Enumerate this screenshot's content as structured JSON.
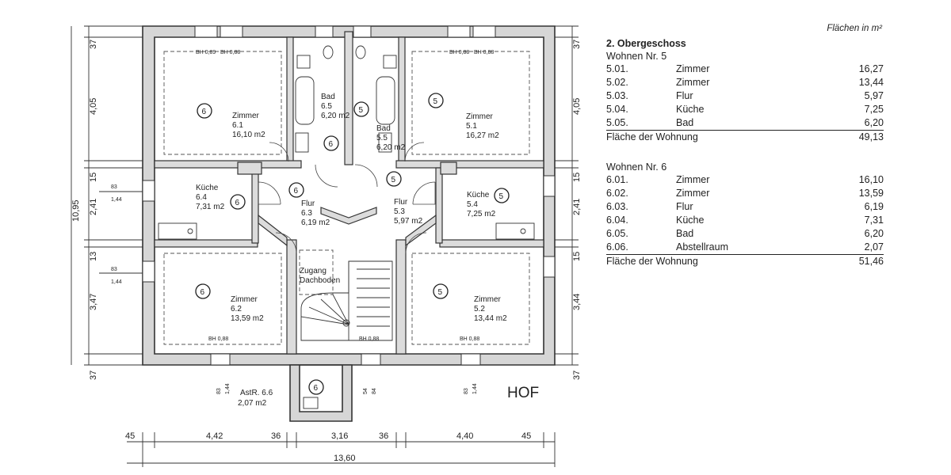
{
  "plan": {
    "rooms": [
      {
        "id": "r61",
        "name": "Zimmer",
        "num": "6.1",
        "area": "16,10 m2",
        "unit": "6"
      },
      {
        "id": "r65",
        "name": "Bad",
        "num": "6.5",
        "area": "6,20 m2",
        "unit": "6"
      },
      {
        "id": "r55",
        "name": "Bad",
        "num": "5.5",
        "area": "6,20 m2",
        "unit": "5"
      },
      {
        "id": "r51",
        "name": "Zimmer",
        "num": "5.1",
        "area": "16,27 m2",
        "unit": "5"
      },
      {
        "id": "r64",
        "name": "Küche",
        "num": "6.4",
        "area": "7,31 m2",
        "unit": "6"
      },
      {
        "id": "r63",
        "name": "Flur",
        "num": "6.3",
        "area": "6,19 m2",
        "unit": "6"
      },
      {
        "id": "r53",
        "name": "Flur",
        "num": "5.3",
        "area": "5,97 m2",
        "unit": "5"
      },
      {
        "id": "r54",
        "name": "Küche",
        "num": "5.4",
        "area": "7,25 m2",
        "unit": "5"
      },
      {
        "id": "r62",
        "name": "Zimmer",
        "num": "6.2",
        "area": "13,59 m2",
        "unit": "6"
      },
      {
        "id": "r52",
        "name": "Zimmer",
        "num": "5.2",
        "area": "13,44 m2",
        "unit": "5"
      },
      {
        "id": "r66",
        "name": "AstR. 6.6",
        "num": "",
        "area": "2,07 m2",
        "unit": "6"
      }
    ],
    "attic_access": [
      "Zugang",
      "Dachboden"
    ],
    "hof_label": "HOF",
    "window_tags": {
      "bh89": "BH 0,89",
      "bh88": "BH 0,88"
    },
    "dims_left": [
      "37",
      "4,05",
      "15",
      "2,41",
      "13",
      "3,47",
      "37"
    ],
    "dim_left_total": "10,95",
    "dims_right": [
      "37",
      "4,05",
      "15",
      "2,41",
      "15",
      "3,44",
      "37"
    ],
    "dims_bottom": [
      "45",
      "4,42",
      "36",
      "3,16",
      "36",
      "4,40",
      "45"
    ],
    "dim_bottom_total": "13,60",
    "small_dims": {
      "a": "83",
      "b": "1,44",
      "c": "54",
      "d": "84"
    }
  },
  "table": {
    "unit_note": "Flächen in m²",
    "floor": "2. Obergeschoss",
    "units": [
      {
        "title": "Wohnen Nr. 5",
        "rows": [
          {
            "no": "5.01.",
            "name": "Zimmer",
            "area": "16,27"
          },
          {
            "no": "5.02.",
            "name": "Zimmer",
            "area": "13,44"
          },
          {
            "no": "5.03.",
            "name": "Flur",
            "area": "5,97"
          },
          {
            "no": "5.04.",
            "name": "Küche",
            "area": "7,25"
          },
          {
            "no": "5.05.",
            "name": "Bad",
            "area": "6,20"
          }
        ],
        "total_label": "Fläche der Wohnung",
        "total": "49,13"
      },
      {
        "title": "Wohnen Nr. 6",
        "rows": [
          {
            "no": "6.01.",
            "name": "Zimmer",
            "area": "16,10"
          },
          {
            "no": "6.02.",
            "name": "Zimmer",
            "area": "13,59"
          },
          {
            "no": "6.03.",
            "name": "Flur",
            "area": "6,19"
          },
          {
            "no": "6.04.",
            "name": "Küche",
            "area": "7,31"
          },
          {
            "no": "6.05.",
            "name": "Bad",
            "area": "6,20"
          },
          {
            "no": "6.06.",
            "name": "Abstellraum",
            "area": "2,07"
          }
        ],
        "total_label": "Fläche der Wohnung",
        "total": "51,46"
      }
    ]
  }
}
